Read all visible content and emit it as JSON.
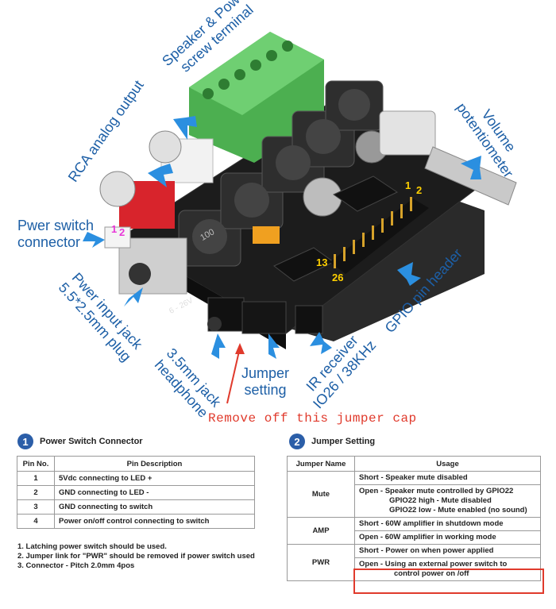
{
  "callouts": {
    "speaker_power": [
      "Speaker & Power",
      "screw terminal"
    ],
    "rca": "RCA analog output",
    "volume": [
      "Volume",
      "potentiometer"
    ],
    "power_switch": [
      "Pwer switch",
      "connector"
    ],
    "power_jack": [
      "Pwer input jack",
      "5.5*2.5mm plug"
    ],
    "headphone": [
      "3.5mm jack",
      "headphone"
    ],
    "jumper": [
      "Jumper",
      "setting"
    ],
    "ir": [
      "IR receiver",
      "IO26 / 38KHz"
    ],
    "gpio": "GPIO pin header"
  },
  "board_text": {
    "pin1": "1",
    "pin2": "2",
    "pin13": "13",
    "pin26": "26",
    "sw1": "1",
    "sw2": "2",
    "voltage": "6 - 26V",
    "inductor": "100"
  },
  "remove_note": "Remove off this jumper cap",
  "section1": {
    "num": "1",
    "title": "Power Switch Connector",
    "headers": [
      "Pin No.",
      "Pin Description"
    ],
    "rows": [
      [
        "1",
        "5Vdc connecting to LED +"
      ],
      [
        "2",
        "GND connecting to LED -"
      ],
      [
        "3",
        "GND connecting to switch"
      ],
      [
        "4",
        "Power on/off control connecting to switch"
      ]
    ],
    "notes": [
      "1. Latching power switch should be used.",
      "2. Jumper link for \"PWR\" should be removed if power switch used",
      "3. Connector - Pitch 2.0mm 4pos"
    ]
  },
  "section2": {
    "num": "2",
    "title": "Jumper Setting",
    "headers": [
      "Jumper Name",
      "Usage"
    ],
    "mute": {
      "name": "Mute",
      "short": "Short - Speaker mute disabled",
      "open1": "Open - Speaker mute controlled by GPIO22",
      "open2": "GPIO22 high - Mute disabled",
      "open3": "GPIO22 low  - Mute enabled (no sound)"
    },
    "amp": {
      "name": "AMP",
      "short": "Short - 60W amplifier in shutdown mode",
      "open": "Open -  60W amplifier in working mode"
    },
    "pwr": {
      "name": "PWR",
      "short": "Short - Power on when power applied",
      "open1": "Open - Using an external power switch to",
      "open2": "control power on /off"
    }
  },
  "colors": {
    "label_blue": "#1d5fa6",
    "arrow_blue": "#2b8fe0",
    "note_red": "#e03a2c",
    "pcb": "#1a1a1a",
    "terminal_green": "#4caf50"
  }
}
